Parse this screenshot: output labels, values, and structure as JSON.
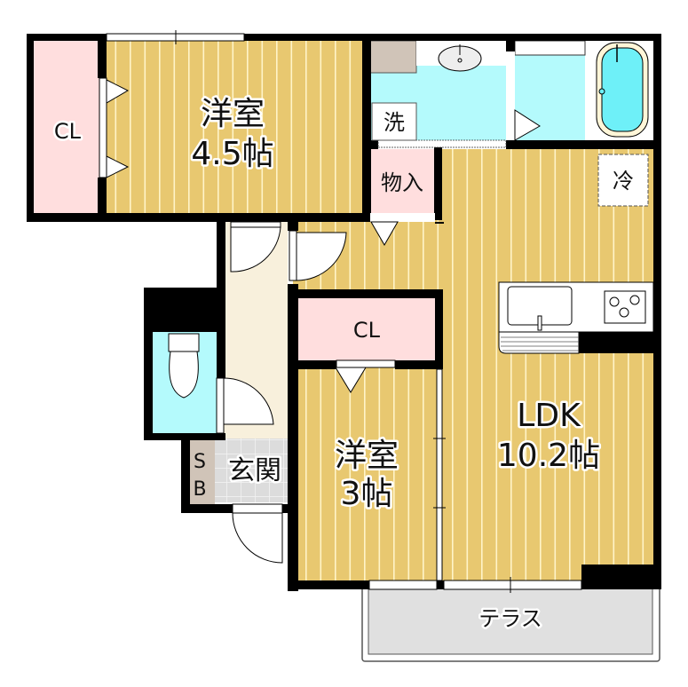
{
  "floor_plan": {
    "colors": {
      "wall": "#000000",
      "wood_floor": "#e8c870",
      "wood_stripe": "#fff4c8",
      "closet": "#ffdede",
      "wet_area": "#b4fafc",
      "bath_tub": "#6ef0f8",
      "hallway": "#f8f0dc",
      "entrance_tile": "#dcdcdc",
      "shoebox": "#d0c4b8",
      "terrace": "#e0e0e0",
      "fixture": "#ffffff"
    },
    "rooms": {
      "western_room_1": {
        "name": "洋室",
        "size": "4.5帖"
      },
      "closet_1": {
        "name": "CL"
      },
      "washroom": {
        "name": "洗"
      },
      "storage": {
        "name": "物入"
      },
      "fridge_space": {
        "name": "冷"
      },
      "closet_2": {
        "name": "CL"
      },
      "ldk": {
        "name": "LDK",
        "size": "10.2帖"
      },
      "western_room_2": {
        "name": "洋室",
        "size": "3帖"
      },
      "shoe_box": {
        "line1": "S",
        "line2": "B"
      },
      "entrance": {
        "name": "玄関"
      },
      "terrace": {
        "name": "テラス"
      }
    }
  }
}
